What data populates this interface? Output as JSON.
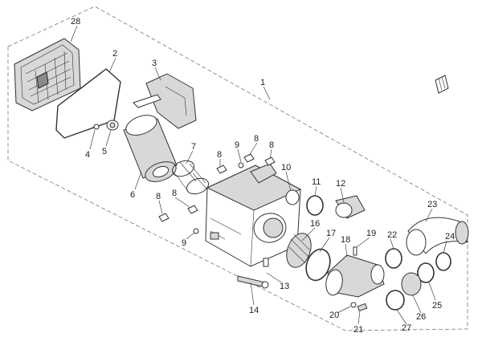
{
  "diagram": {
    "type": "exploded-parts-view",
    "line_color": "#333333",
    "background": "#ffffff",
    "callouts": [
      {
        "id": "c28",
        "label": "28"
      },
      {
        "id": "c2",
        "label": "2"
      },
      {
        "id": "c3",
        "label": "3"
      },
      {
        "id": "c1",
        "label": "1"
      },
      {
        "id": "c4",
        "label": "4"
      },
      {
        "id": "c5",
        "label": "5"
      },
      {
        "id": "c6",
        "label": "6"
      },
      {
        "id": "c7",
        "label": "7"
      },
      {
        "id": "c8a",
        "label": "8"
      },
      {
        "id": "c9a",
        "label": "9"
      },
      {
        "id": "c8b",
        "label": "8"
      },
      {
        "id": "c8c",
        "label": "8"
      },
      {
        "id": "c10",
        "label": "10"
      },
      {
        "id": "c11",
        "label": "11"
      },
      {
        "id": "c12",
        "label": "12"
      },
      {
        "id": "c8d",
        "label": "8"
      },
      {
        "id": "c8e",
        "label": "8"
      },
      {
        "id": "c9b",
        "label": "9"
      },
      {
        "id": "c16",
        "label": "16"
      },
      {
        "id": "c17",
        "label": "17"
      },
      {
        "id": "c18",
        "label": "18"
      },
      {
        "id": "c19",
        "label": "19"
      },
      {
        "id": "c22",
        "label": "22"
      },
      {
        "id": "c23",
        "label": "23"
      },
      {
        "id": "c24",
        "label": "24"
      },
      {
        "id": "c25",
        "label": "25"
      },
      {
        "id": "c26",
        "label": "26"
      },
      {
        "id": "c27",
        "label": "27"
      },
      {
        "id": "c13",
        "label": "13"
      },
      {
        "id": "c14",
        "label": "14"
      },
      {
        "id": "c20",
        "label": "20"
      },
      {
        "id": "c21",
        "label": "21"
      }
    ]
  }
}
